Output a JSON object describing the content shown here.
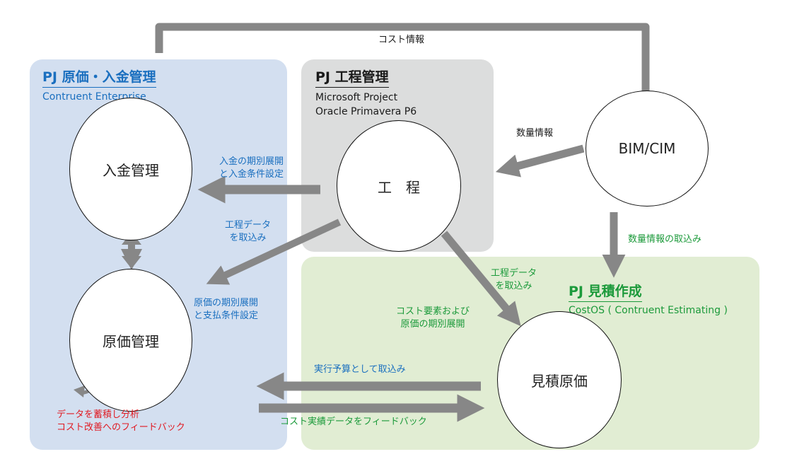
{
  "diagram": {
    "colors": {
      "arrow": "#878787",
      "panel_cost": "#d3dff0",
      "panel_schedule": "#dcdddd",
      "panel_estimate": "#e1edd3",
      "text_blue": "#1a6fbf",
      "text_green": "#1c9a3b",
      "text_red": "#e01a22"
    },
    "panels": {
      "cost": {
        "title": "PJ 原価・入金管理",
        "subtitle": "Contruent Enterprise"
      },
      "schedule": {
        "title": "PJ 工程管理",
        "subtitle": "Microsoft Project\nOracle Primavera P6"
      },
      "estimate": {
        "title": "PJ 見積作成",
        "subtitle": "CostOS ( Contruent Estimating )"
      }
    },
    "nodes": {
      "payment": "入金管理",
      "cost_mgmt": "原価管理",
      "schedule": "工　程",
      "bim": "BIM/CIM",
      "estimate": "見積原価"
    },
    "labels": {
      "cost_info": "コスト情報",
      "quantity_info": "数量情報",
      "quantity_import": "数量情報の取込み",
      "payment_expansion": "入金の期別展開\nと入金条件設定",
      "schedule_import_blue": "工程データ\nを取込み",
      "cost_expansion": "原価の期別展開\nと支払条件設定",
      "schedule_import_green": "工程データ\nを取込み",
      "cost_elements": "コスト要素および\n原価の期別展開",
      "budget_import": "実行予算として取込み",
      "actual_feedback": "コスト実績データをフィードバック",
      "accumulate": "データを蓄積し分析\nコスト改善へのフィードバック"
    }
  }
}
